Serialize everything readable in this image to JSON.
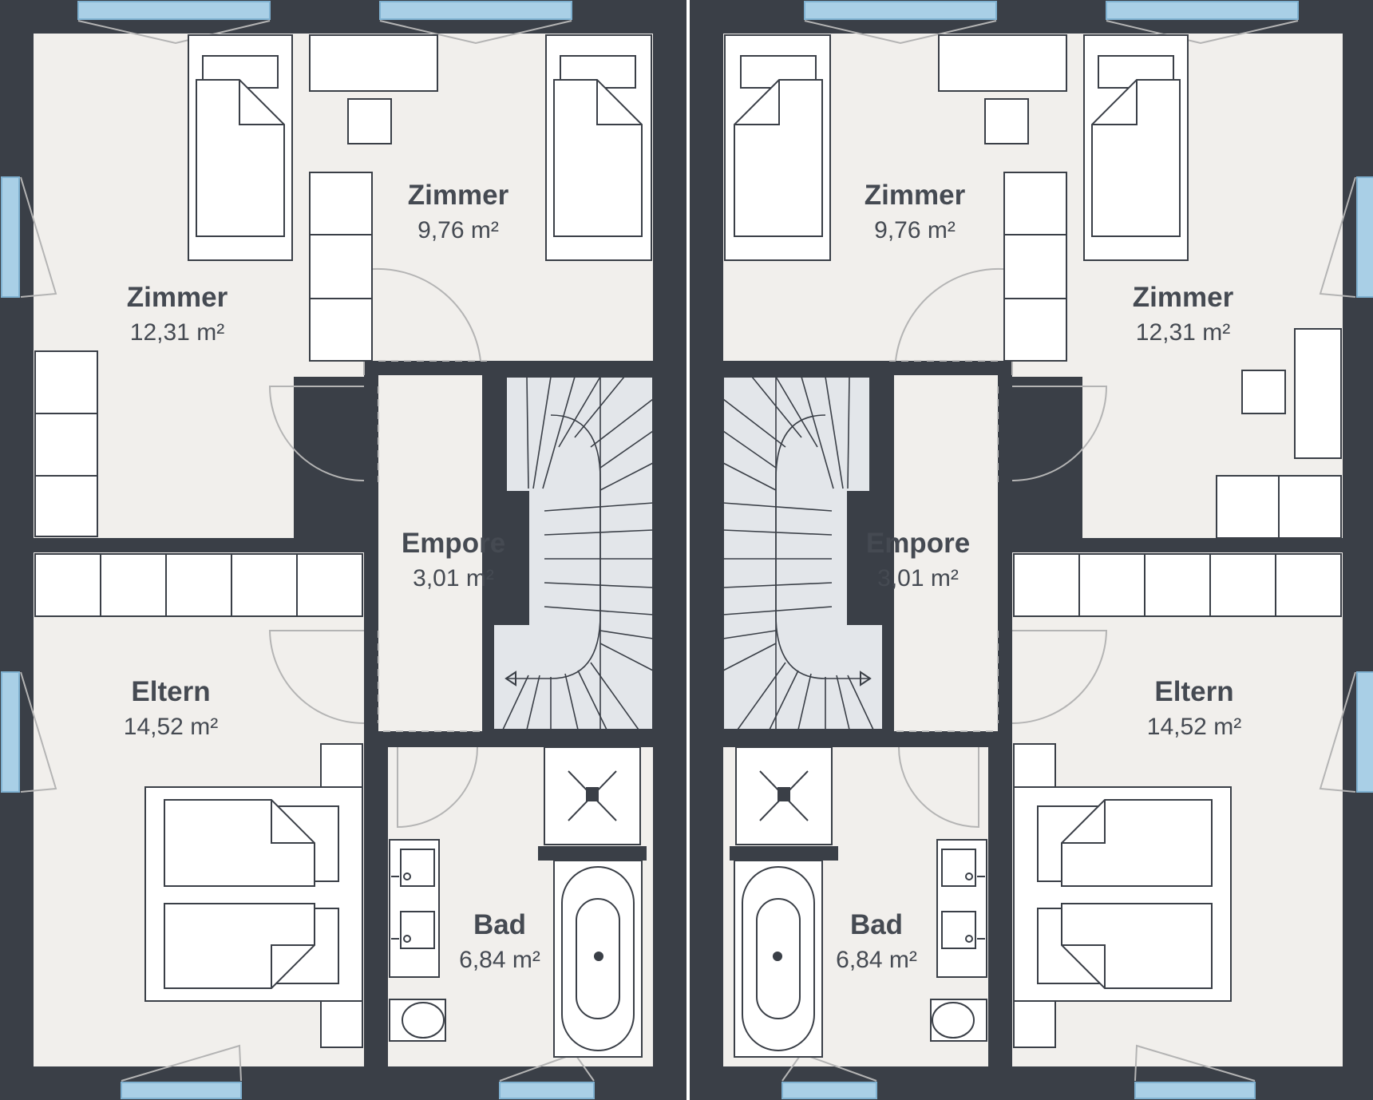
{
  "rooms": {
    "left": {
      "zimmer_small": {
        "name": "Zimmer",
        "area": "9,76 m²"
      },
      "zimmer_large": {
        "name": "Zimmer",
        "area": "12,31 m²"
      },
      "empore": {
        "name": "Empore",
        "area": "3,01 m²"
      },
      "eltern": {
        "name": "Eltern",
        "area": "14,52 m²"
      },
      "bad": {
        "name": "Bad",
        "area": "6,84 m²"
      }
    },
    "right": {
      "zimmer_small": {
        "name": "Zimmer",
        "area": "9,76 m²"
      },
      "zimmer_large": {
        "name": "Zimmer",
        "area": "12,31 m²"
      },
      "empore": {
        "name": "Empore",
        "area": "3,01 m²"
      },
      "eltern": {
        "name": "Eltern",
        "area": "14,52 m²"
      },
      "bad": {
        "name": "Bad",
        "area": "6,84 m²"
      }
    }
  },
  "colors": {
    "wall": "#3a3f47",
    "floor": "#f1efec",
    "window": "#a9cfe6",
    "stair": "#e3e6ea",
    "furniture": "#ffffff"
  }
}
